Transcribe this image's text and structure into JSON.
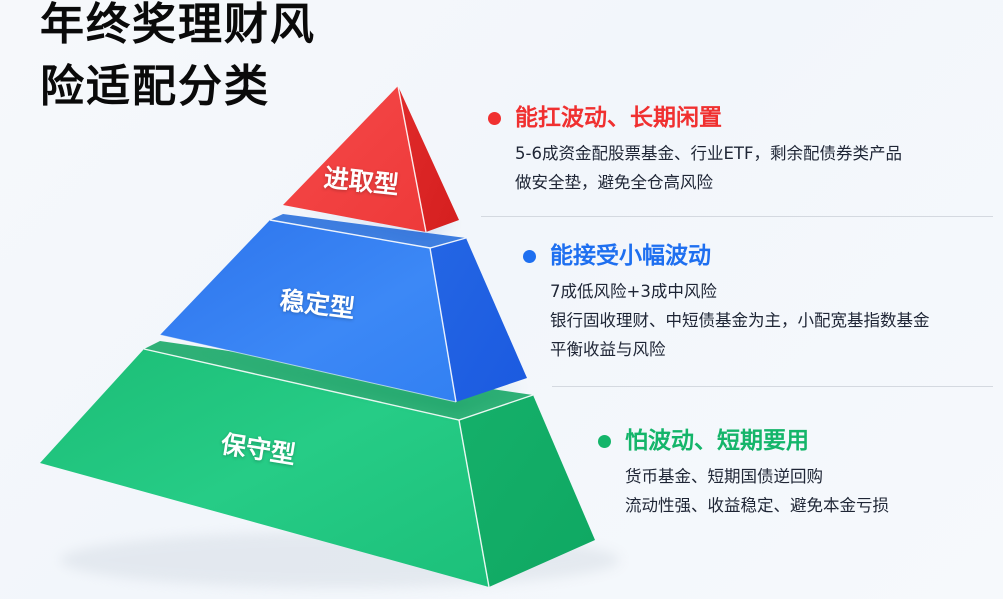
{
  "title": {
    "line1": "年终奖理财风",
    "line2": "险适配分类"
  },
  "colors": {
    "red": "#f03c3c",
    "blue": "#2f7bef",
    "green": "#1ec27a",
    "text_dark": "#1e2535",
    "divider": "#d4d9e0"
  },
  "pyramid": {
    "tiers": [
      {
        "label": "进取型",
        "color": "#f03c3c",
        "level": "top"
      },
      {
        "label": "稳定型",
        "color": "#2f7bef",
        "level": "middle"
      },
      {
        "label": "保守型",
        "color": "#1ec27a",
        "level": "bottom"
      }
    ]
  },
  "info": [
    {
      "heading": "能扛波动、长期闲置",
      "color": "#f03030",
      "lines": [
        "5-6成资金配股票基金、行业ETF，剩余配债券类产品",
        "做安全垫，避免全仓高风险"
      ]
    },
    {
      "heading": "能接受小幅波动",
      "color": "#1e6ff0",
      "lines": [
        "7成低风险+3成中风险",
        "银行固收理财、中短债基金为主，小配宽基指数基金",
        "平衡收益与风险"
      ]
    },
    {
      "heading": "怕波动、短期要用",
      "color": "#14b56a",
      "lines": [
        "货币基金、短期国债逆回购",
        "流动性强、收益稳定、避免本金亏损"
      ]
    }
  ]
}
